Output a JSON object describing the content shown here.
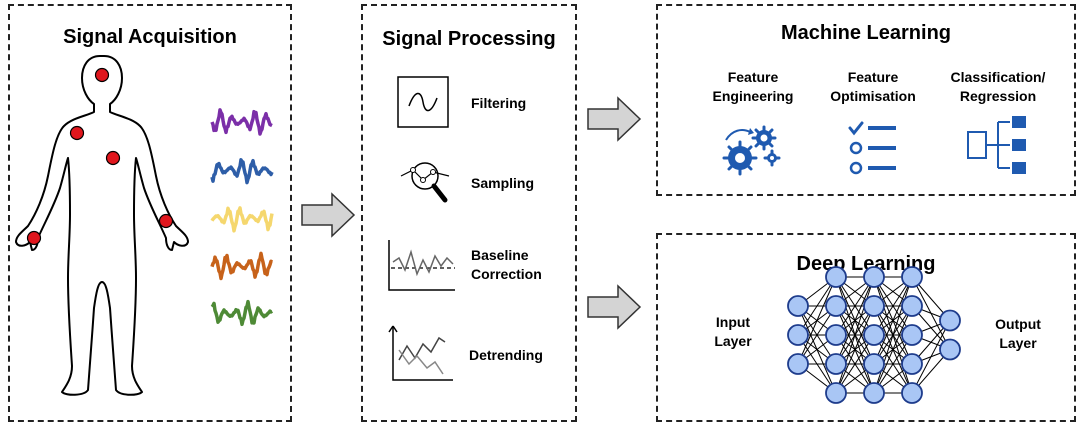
{
  "colors": {
    "electrode": "#e0161d",
    "signals": [
      "#7b2fa8",
      "#2e5ea8",
      "#f5d76e",
      "#c7621a",
      "#4e8a36"
    ],
    "ml_icon": "#1f5ab0",
    "node_fill": "#a9c6f5",
    "node_stroke": "#1e3c8c",
    "arrow_fill": "#d4d4d4"
  },
  "acquisition": {
    "title": "Signal Acquisition"
  },
  "processing": {
    "title": "Signal Processing",
    "steps": [
      {
        "label": "Filtering",
        "icon": "filter-wave-icon"
      },
      {
        "label": "Sampling",
        "icon": "magnifier-sampling-icon"
      },
      {
        "label": "Baseline Correction",
        "line1": "Baseline",
        "line2": "Correction",
        "icon": "baseline-chart-icon"
      },
      {
        "label": "Detrending",
        "icon": "trend-chart-icon"
      }
    ]
  },
  "ml": {
    "title": "Machine Learning",
    "items": [
      {
        "line1": "Feature",
        "line2": "Engineering",
        "icon": "gears-icon"
      },
      {
        "line1": "Feature",
        "line2": "Optimisation",
        "icon": "checklist-icon"
      },
      {
        "line1": "Classification/",
        "line2": "Regression",
        "icon": "hierarchy-icon"
      }
    ]
  },
  "dl": {
    "title": "Deep Learning",
    "input_line1": "Input",
    "input_line2": "Layer",
    "output_line1": "Output",
    "output_line2": "Layer",
    "layer_sizes": [
      3,
      5,
      5,
      5,
      2
    ]
  }
}
